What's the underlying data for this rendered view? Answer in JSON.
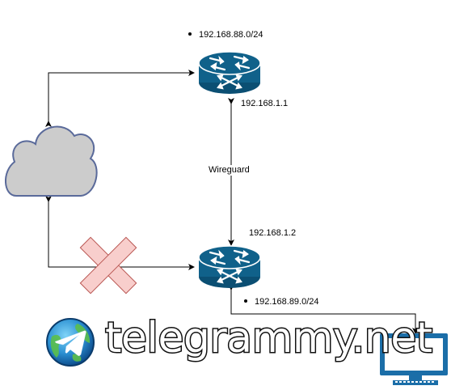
{
  "diagram": {
    "router_top": {
      "network": "192.168.88.0/24",
      "ip": "192.168.1.1"
    },
    "router_bottom": {
      "ip": "192.168.1.2",
      "network": "192.168.89.0/24"
    },
    "link_label": "Wireguard",
    "blocked_path_marker": "red-x-icon",
    "colors": {
      "router_body": "#10618A",
      "router_outline": "#FFFFFF",
      "cloud_fill": "#CCCCCC",
      "cloud_stroke": "#5A6A9A",
      "blocked_fill": "#F8CECC",
      "blocked_stroke": "#B85450",
      "monitor": "#1B6EA8",
      "connector": "#000000"
    }
  },
  "watermark": {
    "text": "telegrammy.net",
    "logo_icon": "telegram-globe-logo-icon"
  }
}
